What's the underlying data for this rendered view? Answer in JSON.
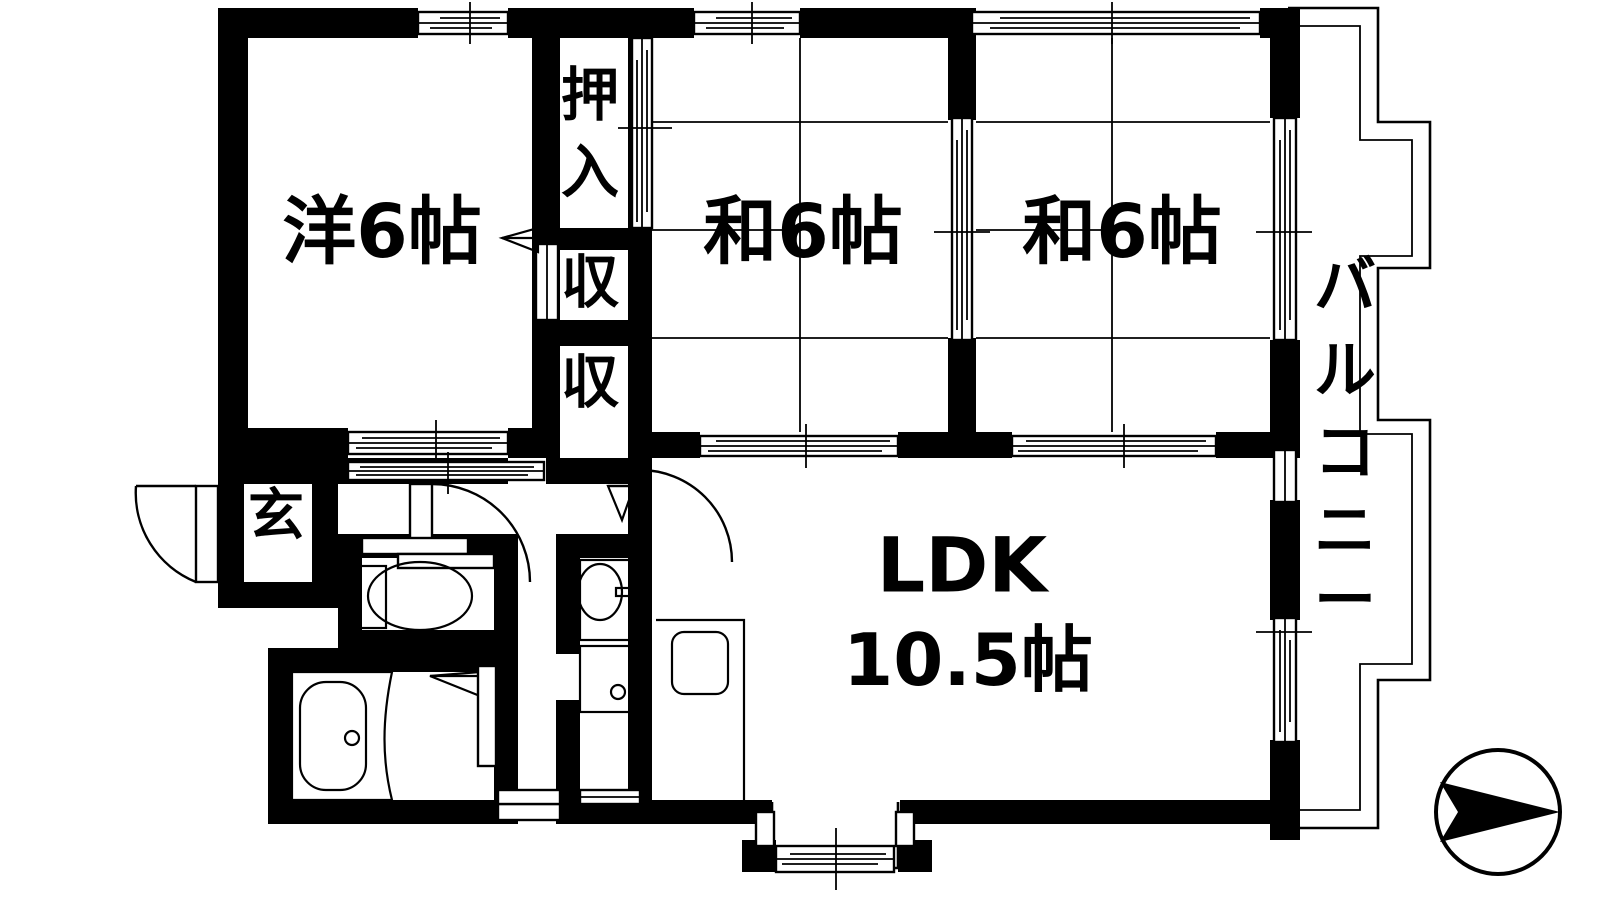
{
  "plan": {
    "type": "japanese-apartment-floor-plan",
    "layout_code": "3LDK",
    "rooms": [
      {
        "id": "western-room",
        "label": "洋6帖",
        "size_jo": 6,
        "kind": "western"
      },
      {
        "id": "japanese-room-1",
        "label": "和6帖",
        "size_jo": 6,
        "kind": "tatami"
      },
      {
        "id": "japanese-room-2",
        "label": "和6帖",
        "size_jo": 6,
        "kind": "tatami"
      },
      {
        "id": "ldk",
        "label_top": "LDK",
        "label_bottom": "10.5帖",
        "size_jo": 10.5,
        "kind": "living-dining-kitchen"
      }
    ],
    "storage": [
      {
        "id": "oshiire",
        "label": "押入"
      },
      {
        "id": "shuno-top",
        "label": "収"
      },
      {
        "id": "shuno-bot",
        "label": "収"
      }
    ],
    "entrance": {
      "id": "genkan",
      "label": "玄"
    },
    "balcony": {
      "id": "balcony",
      "label": "バルコニー",
      "chars": [
        "バ",
        "ル",
        "コ",
        "ニ",
        "ー"
      ]
    },
    "fixtures": [
      {
        "id": "toilet",
        "name": "western-toilet"
      },
      {
        "id": "bathtub",
        "name": "bathtub"
      },
      {
        "id": "washbasin",
        "name": "vanity-washbasin"
      },
      {
        "id": "washer-space",
        "name": "washing-machine-space"
      },
      {
        "id": "kitchen-sink",
        "name": "kitchen-sink-unit"
      }
    ],
    "compass": {
      "id": "compass-rose",
      "direction": "east",
      "shape": "circle-with-arrow"
    },
    "colors": {
      "wall": "#000000",
      "background": "#ffffff",
      "line": "#000000"
    }
  }
}
